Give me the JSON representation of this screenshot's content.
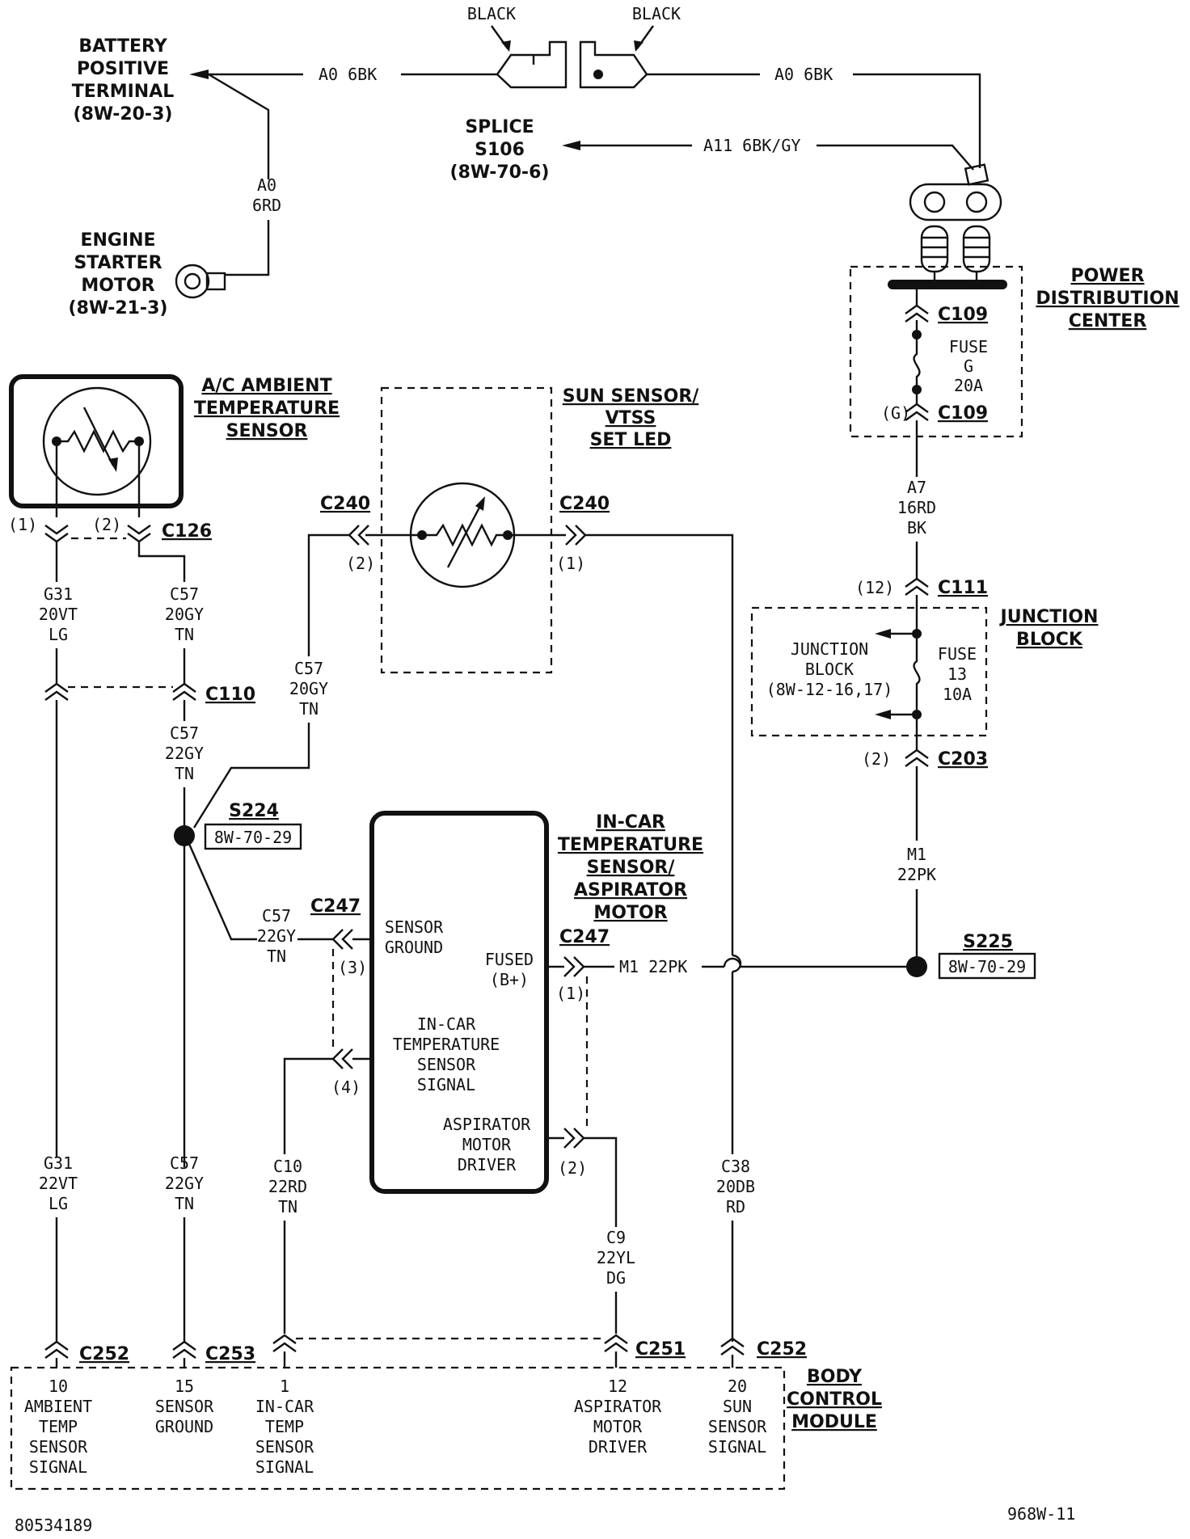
{
  "components": {
    "battery_positive_terminal": {
      "lines": [
        "BATTERY",
        "POSITIVE",
        "TERMINAL",
        "(8W-20-3)"
      ]
    },
    "engine_starter_motor": {
      "lines": [
        "ENGINE",
        "STARTER",
        "MOTOR",
        "(8W-21-3)"
      ]
    },
    "splice_s106": {
      "lines": [
        "SPLICE",
        "S106",
        "(8W-70-6)"
      ]
    },
    "connector_left_color": "BLACK",
    "connector_right_color": "BLACK",
    "power_distribution_center": {
      "lines": [
        "POWER",
        "DISTRIBUTION",
        "CENTER"
      ]
    },
    "ac_ambient_temperature_sensor": {
      "lines": [
        "A/C AMBIENT",
        "TEMPERATURE",
        "SENSOR"
      ]
    },
    "sun_sensor": {
      "lines": [
        "SUN SENSOR/",
        "VTSS",
        "SET LED"
      ]
    },
    "junction_block": {
      "lines": [
        "JUNCTION",
        "BLOCK"
      ],
      "inner": [
        "JUNCTION",
        "BLOCK",
        "(8W-12-16,17)"
      ]
    },
    "in_car_sensor": {
      "lines": [
        "IN-CAR",
        "TEMPERATURE",
        "SENSOR/",
        "ASPIRATOR",
        "MOTOR"
      ],
      "sensor_ground": [
        "SENSOR",
        "GROUND"
      ],
      "fused": [
        "FUSED",
        "(B+)"
      ],
      "signal": [
        "IN-CAR",
        "TEMPERATURE",
        "SENSOR",
        "SIGNAL"
      ],
      "driver": [
        "ASPIRATOR",
        "MOTOR",
        "DRIVER"
      ]
    },
    "body_control_module": {
      "lines": [
        "BODY",
        "CONTROL",
        "MODULE"
      ]
    }
  },
  "fuses": {
    "fuse_g": [
      "FUSE",
      "G",
      "20A"
    ],
    "fuse_13": [
      "FUSE",
      "13",
      "10A"
    ]
  },
  "wires": {
    "a0_6bk_left": "A0 6BK",
    "a0_6bk_right": "A0 6BK",
    "a0_6rd": [
      "A0",
      "6RD"
    ],
    "a11": "A11 6BK/GY",
    "a7": [
      "A7",
      "16RD",
      "BK"
    ],
    "m1_vertical": [
      "M1",
      "22PK"
    ],
    "m1_horizontal": "M1 22PK",
    "g31_upper": [
      "G31",
      "20VT",
      "LG"
    ],
    "g31_lower": [
      "G31",
      "22VT",
      "LG"
    ],
    "c57_upper": [
      "C57",
      "20GY",
      "TN"
    ],
    "c57_mid": [
      "C57",
      "22GY",
      "TN"
    ],
    "c57_sun": [
      "C57",
      "20GY",
      "TN"
    ],
    "c57_lower": [
      "C57",
      "22GY",
      "TN"
    ],
    "c57_branch": [
      "C57",
      "22GY",
      "TN"
    ],
    "c10": [
      "C10",
      "22RD",
      "TN"
    ],
    "c9": [
      "C9",
      "22YL",
      "DG"
    ],
    "c38": [
      "C38",
      "20DB",
      "RD"
    ]
  },
  "connectors": {
    "c109_top": "C109",
    "c109_bottom": "C109",
    "c109_pin": "(G)",
    "c126": "C126",
    "c126_pin1": "(1)",
    "c126_pin2": "(2)",
    "c110": "C110",
    "c240_left": "C240",
    "c240_right": "C240",
    "c240_pin2": "(2)",
    "c240_pin1": "(1)",
    "c111": "C111",
    "c111_pin": "(12)",
    "c203": "C203",
    "c203_pin": "(2)",
    "c247_left": "C247",
    "c247_right": "C247",
    "c247_pin3": "(3)",
    "c247_pin4": "(4)",
    "c247_pin1": "(1)",
    "c247_pin2": "(2)",
    "c252_left": "C252",
    "c253": "C253",
    "c251": "C251",
    "c252_right": "C252"
  },
  "splices": {
    "s224": {
      "name": "S224",
      "ref": "8W-70-29"
    },
    "s225": {
      "name": "S225",
      "ref": "8W-70-29"
    }
  },
  "bcm_pins": [
    {
      "lines": [
        "10",
        "AMBIENT",
        "TEMP",
        "SENSOR",
        "SIGNAL"
      ]
    },
    {
      "lines": [
        "15",
        "SENSOR",
        "GROUND"
      ]
    },
    {
      "lines": [
        "1",
        "IN-CAR",
        "TEMP",
        "SENSOR",
        "SIGNAL"
      ]
    },
    {
      "lines": [
        "12",
        "ASPIRATOR",
        "MOTOR",
        "DRIVER"
      ]
    },
    {
      "lines": [
        "20",
        "SUN",
        "SENSOR",
        "SIGNAL"
      ]
    }
  ],
  "footer": {
    "figure_id": "80534189",
    "page_id": "968W-11"
  }
}
